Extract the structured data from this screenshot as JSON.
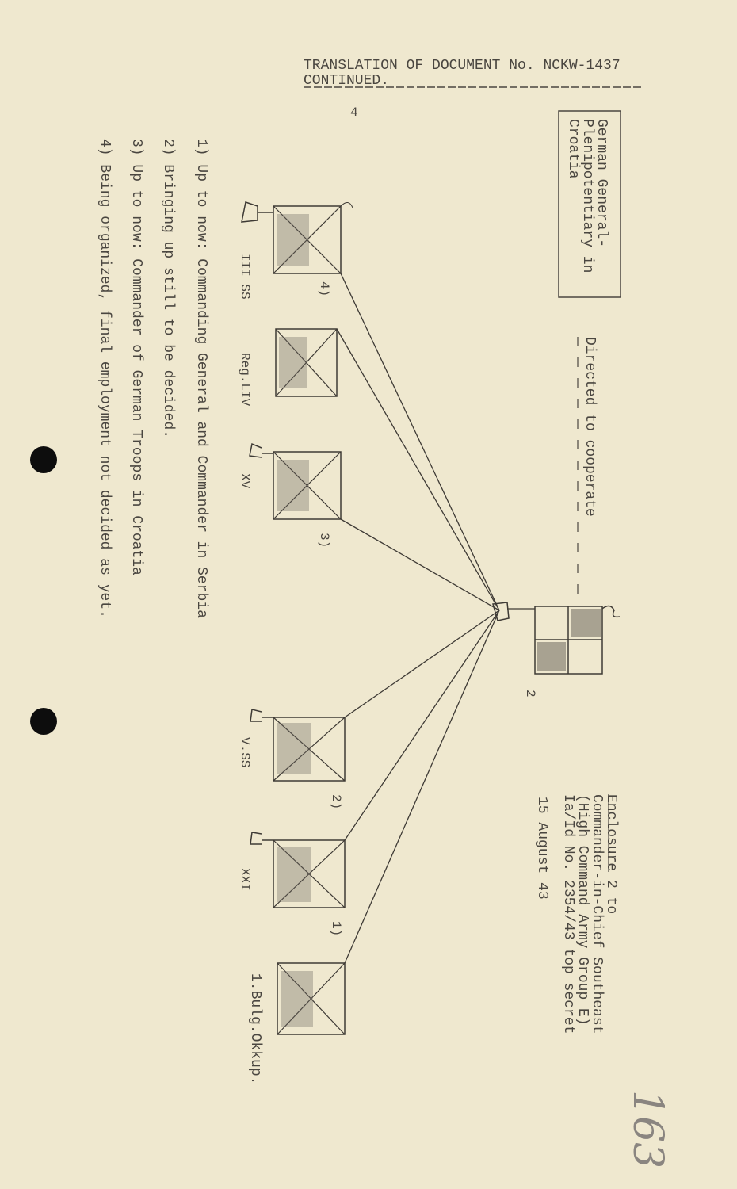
{
  "header": {
    "title": "TRANSLATION OF DOCUMENT No. NCKW-1437",
    "continued": "CONTINUED.",
    "page_number": "4"
  },
  "box_title": [
    "German General-",
    "Plenipotentiary in",
    "Croatia"
  ],
  "directed": "Directed to cooperate",
  "enclosure": {
    "lines": [
      "Enclosure 2 to",
      "Commander-in-Chief Southeast",
      "(High Command Army Group E)",
      "Ia/Id No. 2354/43 top secret"
    ],
    "date": "15 August 43"
  },
  "hq_label": "2",
  "units": [
    {
      "label": "III SS",
      "note": "4)"
    },
    {
      "label": "Reg.LIV",
      "note": ""
    },
    {
      "label": "XV",
      "note": "3)"
    },
    {
      "label": "V.SS",
      "note": "2)"
    },
    {
      "label": "XXI",
      "note": "1)"
    },
    {
      "label": "1.Bulg.Okkup.",
      "note": ""
    }
  ],
  "footnotes": [
    "1) Up to now: Commanding General and Commander in Serbia",
    "2) Bringing up still to be decided.",
    "3) Up to now: Commander of German Troops in Croatia",
    "4) Being organized, final employment not decided as yet."
  ],
  "handwritten_page": "163"
}
